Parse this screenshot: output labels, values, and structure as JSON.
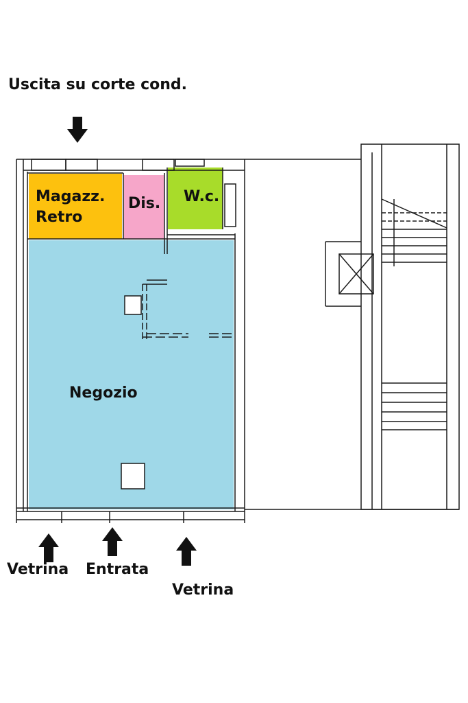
{
  "labels": {
    "exit": "Uscita su corte cond.",
    "storage_line1": "Magazz.",
    "storage_line2": "Retro",
    "hall": "Dis.",
    "wc": "W.c.",
    "shop": "Negozio",
    "window_left": "Vetrina",
    "entrance": "Entrata",
    "window_right": "Vetrina"
  },
  "colors": {
    "storage": "#fdc10e",
    "hall": "#f6a6c9",
    "wc": "#a8dc2a",
    "shop": "#9fd8e8",
    "wall": "#1a1a1a",
    "label": "#111111"
  }
}
